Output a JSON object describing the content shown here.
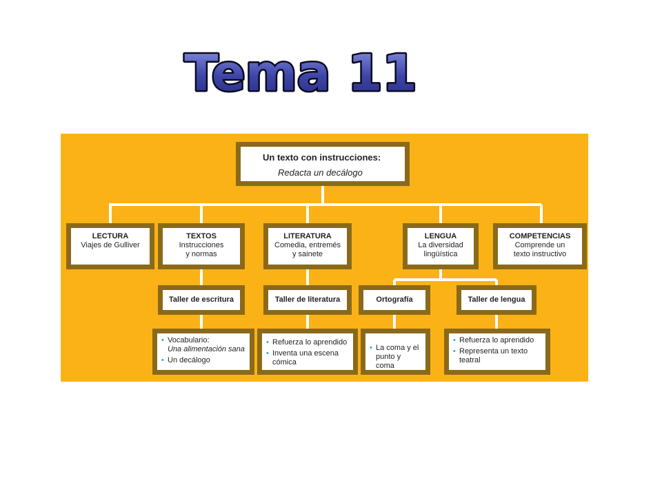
{
  "title": "Tema 11",
  "main": {
    "heading": "Un texto con instrucciones:",
    "subtitle": "Redacta un decálogo"
  },
  "categories": [
    {
      "head": "LECTURA",
      "lines": [
        "Viajes de Gulliver"
      ]
    },
    {
      "head": "TEXTOS",
      "lines": [
        "Instrucciones",
        "y normas"
      ]
    },
    {
      "head": "LITERATURA",
      "lines": [
        "Comedia, entremés",
        "y sainete"
      ]
    },
    {
      "head": "LENGUA",
      "lines": [
        "La diversidad",
        "lingüística"
      ]
    },
    {
      "head": "COMPETENCIAS",
      "lines": [
        "Comprende un",
        "texto instructivo"
      ]
    }
  ],
  "workshops": [
    {
      "label": "Taller de escritura"
    },
    {
      "label": "Taller de literatura"
    },
    {
      "label": "Ortografía"
    },
    {
      "label": "Taller de lengua"
    }
  ],
  "activities": [
    {
      "items": [
        {
          "text": "Vocabulario:",
          "italic": "Una alimentación sana"
        },
        {
          "text": "Un decálogo"
        }
      ]
    },
    {
      "items": [
        {
          "text": "Refuerza lo aprendido"
        },
        {
          "text": "Inventa una escena",
          "cont": "cómica"
        }
      ]
    },
    {
      "items": [
        {
          "text": "La coma y el",
          "cont": "punto y coma"
        }
      ]
    },
    {
      "items": [
        {
          "text": "Refuerza lo aprendido"
        },
        {
          "text": "Representa un texto",
          "cont": "teatral"
        }
      ]
    }
  ],
  "colors": {
    "panel": "#fbb217",
    "border": "#8a6a1a",
    "bullet": "#27a3dc",
    "title_fill": "#3d45a8",
    "title_outline": "#0a0a1e"
  }
}
